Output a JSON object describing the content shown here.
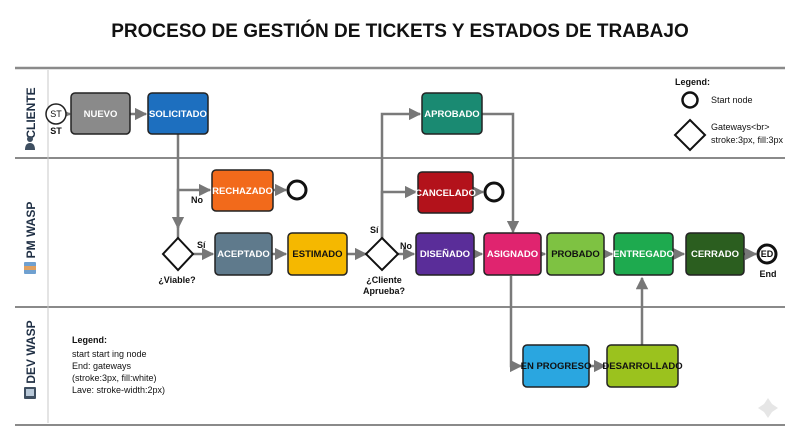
{
  "title": "PROCESO DE GESTIÓN DE TICKETS Y ESTADOS DE TRABAJO",
  "lanes": [
    "CLIENTE",
    "PM WASP",
    "DEV WASP"
  ],
  "nodes": {
    "start": "ST",
    "start_caption": "ST",
    "nuevo": "NUEVO",
    "solicitado": "SOLICITADO",
    "rechazado": "RECHAZADO",
    "aceptado": "ACEPTADO",
    "estimado": "ESTIMADO",
    "aprobado": "APROBADO",
    "cancelado": "CANCELADO",
    "disenado": "DISEÑADO",
    "asignado": "ASIGNADO",
    "probado": "PROBADO",
    "entregado": "ENTREGADO",
    "cerrado": "CERRADO",
    "en_progreso": "EN PROGRESO",
    "desarrollado": "DESARROLLADO",
    "end": "ED",
    "end_caption": "End"
  },
  "gateways": {
    "viable": "¿Viable?",
    "cliente_aprueba_1": "¿Cliente",
    "cliente_aprueba_2": "Aprueba?"
  },
  "edge_labels": {
    "no_1": "No",
    "si_1": "Sí",
    "si_2": "Sí",
    "no_2": "No"
  },
  "legend_right": {
    "title": "Legend:",
    "start_node": "Start node",
    "gateways_1": "Gateways<br>",
    "gateways_2": "stroke:3px, fill:3px"
  },
  "legend_left": {
    "title": "Legend:",
    "line1": "start start ing node",
    "line2": "End: gateways",
    "line3": "(stroke:3px, fill:white)",
    "line4": "Lave: stroke-width:2px)"
  },
  "colors": {
    "nuevo": "#8a8a8a",
    "solicitado": "#1d6fbf",
    "rechazado": "#f26a1b",
    "aceptado": "#5f7a8c",
    "estimado": "#f5b800",
    "aprobado": "#1a8a72",
    "cancelado": "#b3121b",
    "disenado": "#5a2d99",
    "asignado": "#e0246f",
    "probado": "#7ec242",
    "entregado": "#1eaa4f",
    "cerrado": "#2b5e1f",
    "en_progreso": "#2aa6e0",
    "desarrollado": "#9bc21e"
  }
}
